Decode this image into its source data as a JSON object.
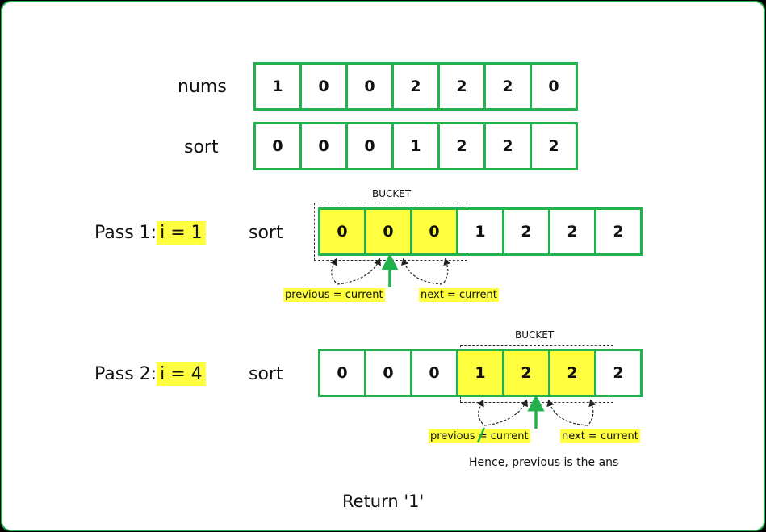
{
  "top": {
    "nums_label": "nums",
    "nums": [
      "1",
      "0",
      "0",
      "2",
      "2",
      "2",
      "0"
    ],
    "sort_label": "sort",
    "sort": [
      "0",
      "0",
      "0",
      "1",
      "2",
      "2",
      "2"
    ]
  },
  "pass1": {
    "title": "Pass 1:",
    "index": "i = 1",
    "sort_label": "sort",
    "values": [
      "0",
      "0",
      "0",
      "1",
      "2",
      "2",
      "2"
    ],
    "bucket_label": "BUCKET",
    "previous_label": "previous = current",
    "next_label": "next = current"
  },
  "pass2": {
    "title": "Pass 2:",
    "index": "i = 4",
    "sort_label": "sort",
    "values": [
      "0",
      "0",
      "0",
      "1",
      "2",
      "2",
      "2"
    ],
    "bucket_label": "BUCKET",
    "previous_label": "previous = current",
    "next_label": "next = current",
    "note": "Hence, previous is the ans"
  },
  "result": "Return '1'",
  "colors": {
    "green": "#22b14c",
    "highlight": "#ffff40"
  }
}
